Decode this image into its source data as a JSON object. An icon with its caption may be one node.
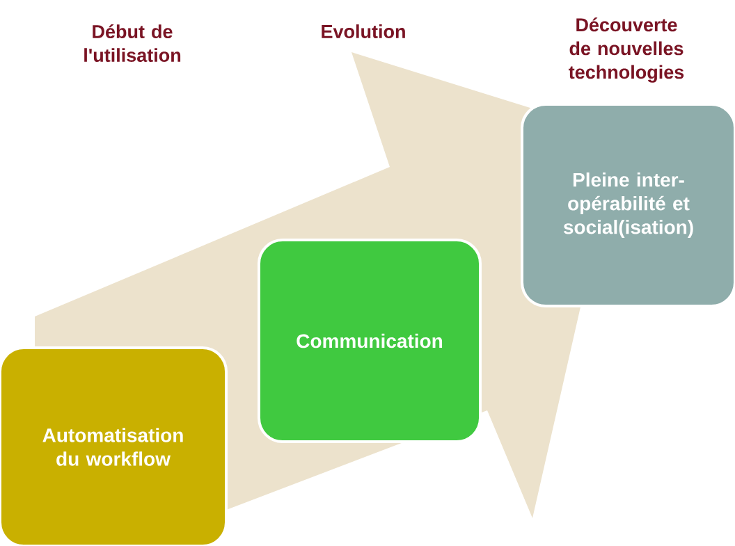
{
  "diagram": {
    "nodes": [
      {
        "text": [
          "Automatisation du workflow"
        ]
      },
      {
        "text": [
          "Communication"
        ]
      },
      {
        "text": [
          "Pleine inter-opérabilité et social(isation)"
        ]
      }
    ],
    "labels": [
      "Début de l'utilisation",
      "Evolution",
      "Découverte de nouvelles technologies"
    ]
  }
}
